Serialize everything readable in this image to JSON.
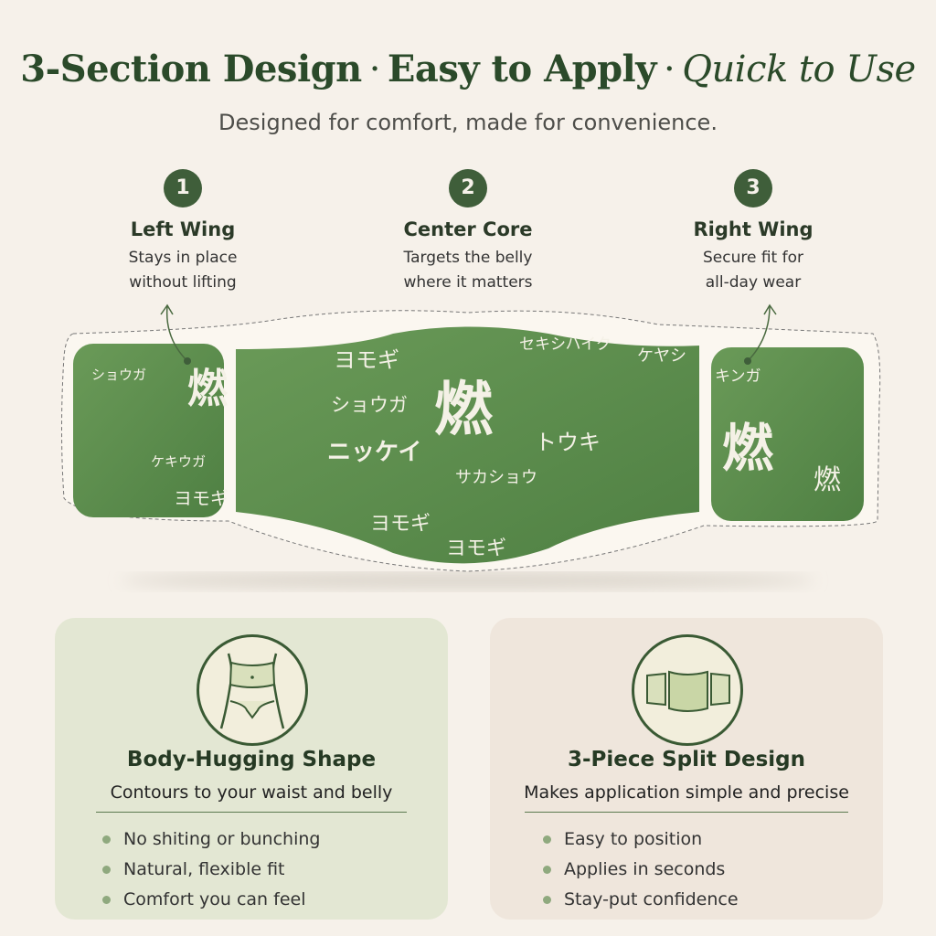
{
  "header": {
    "title_part1": "3-Section Design",
    "separator": "·",
    "title_part2": "Easy to Apply",
    "title_part3": "Quick to Use",
    "subtitle": "Designed for comfort, made for convenience."
  },
  "steps": [
    {
      "number": "1",
      "title": "Left Wing",
      "description": "Stays in place without lifting"
    },
    {
      "number": "2",
      "title": "Center Core",
      "description": "Targets the belly where it matters"
    },
    {
      "number": "3",
      "title": "Right Wing",
      "description": "Secure fit for all-day wear"
    }
  ],
  "patch": {
    "kanji": "燃",
    "left_text": [
      "ショウガ",
      "ケキウガ",
      "ヨモギ"
    ],
    "center_text": [
      "ヨモギ",
      "ショウガ",
      "ニッケイ",
      "トウキ",
      "サカショウ",
      "セキシハイク",
      "ケヤシ",
      "ヨモギ",
      "ヨモギ"
    ],
    "right_text": [
      "キンガ"
    ],
    "colors": {
      "fill": "#5e8f4e",
      "border": "#f3ede2"
    }
  },
  "cards": [
    {
      "title": "Body-Hugging Shape",
      "subtitle": "Contours to your waist and belly",
      "bullets": [
        "No shiting or bunching",
        "Natural, flexible fit",
        "Comfort you can feel"
      ]
    },
    {
      "title": "3-Piece Split Design",
      "subtitle": "Makes application simple and precise",
      "bullets": [
        "Easy to position",
        "Applies in seconds",
        "Stay-put confidence"
      ]
    }
  ]
}
